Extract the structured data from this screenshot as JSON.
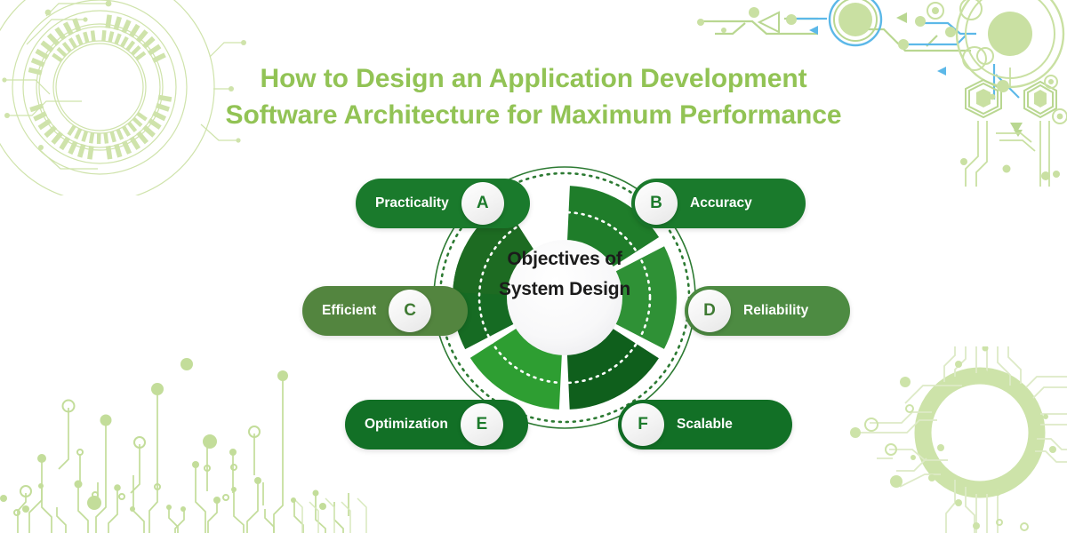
{
  "title": {
    "line1": "How to Design an Application Development",
    "line2": "Software Architecture for Maximum Performance",
    "color": "#92c355"
  },
  "diagram": {
    "center_line1": "Objectives of",
    "center_line2": "System Design",
    "items": [
      {
        "letter": "A",
        "label": "Practicality",
        "badge_color": "#1c7a2b",
        "pill_color": "#1a7a2c",
        "side": "left"
      },
      {
        "letter": "B",
        "label": "Accuracy",
        "badge_color": "#1c7a2b",
        "pill_color": "#1a7a2c",
        "side": "right"
      },
      {
        "letter": "C",
        "label": "Efficient",
        "badge_color": "#3f7a33",
        "pill_color": "#53853f",
        "side": "left"
      },
      {
        "letter": "D",
        "label": "Reliability",
        "badge_color": "#3f7a33",
        "pill_color": "#4d8b42",
        "side": "right"
      },
      {
        "letter": "E",
        "label": "Optimization",
        "badge_color": "#1c7a2b",
        "pill_color": "#127026",
        "side": "left"
      },
      {
        "letter": "F",
        "label": "Scalable",
        "badge_color": "#1c7a2b",
        "pill_color": "#127026",
        "side": "right"
      }
    ],
    "ring_segments": [
      {
        "name": "top-right",
        "color": "#1f7d2a"
      },
      {
        "name": "right",
        "color": "#2f9136"
      },
      {
        "name": "bottom-right",
        "color": "#0f5f1c"
      },
      {
        "name": "bottom-left",
        "color": "#2e9e32"
      },
      {
        "name": "left",
        "color": "#1d6b22"
      },
      {
        "name": "top-left",
        "color": "#166b23"
      }
    ],
    "center_fill": "#f7f7f8",
    "outer_ring_color": "#2c7a32",
    "dotted_ring_color": "#2c7a32"
  },
  "decorations": {
    "circuit_green": "#c3dd9a",
    "circuit_green_light": "#dcebc4",
    "circuit_blue": "#5cb8e8",
    "top_left": "tech-circle-graphic",
    "top_right": "circuit-nodes-graphic",
    "bottom_left": "circuit-traces-graphic",
    "bottom_right": "circuit-ring-graphic"
  }
}
